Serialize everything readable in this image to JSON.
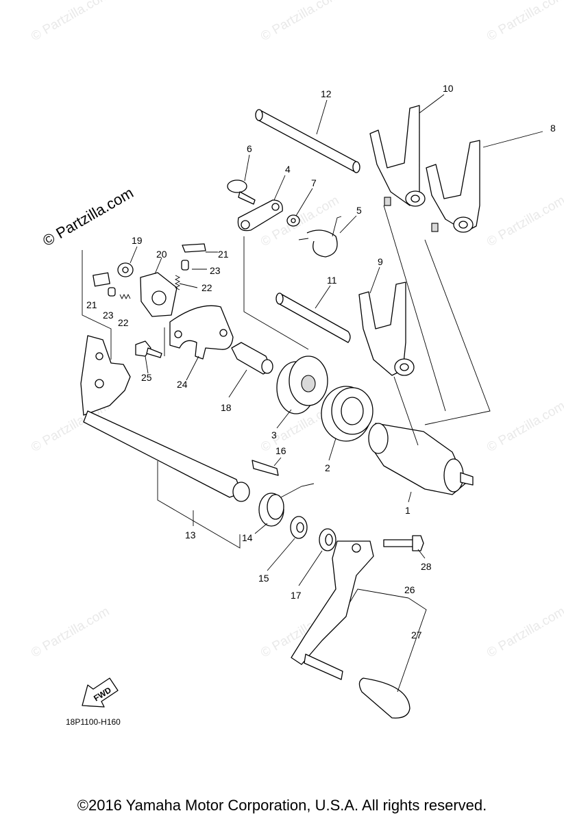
{
  "watermark": {
    "text": "© Partzilla.com"
  },
  "brand_watermark": {
    "text": "© Partzilla.com"
  },
  "diagram_code": "18P1100-H160",
  "fwd_label": "FWD",
  "copyright": "©2016  Yamaha Motor Corporation, U.S.A. All rights reserved.",
  "callouts": {
    "c1": "1",
    "c2": "2",
    "c3": "3",
    "c4": "4",
    "c5": "5",
    "c6": "6",
    "c7": "7",
    "c8": "8",
    "c9": "9",
    "c10": "10",
    "c11": "11",
    "c12": "12",
    "c13": "13",
    "c14": "14",
    "c15": "15",
    "c16": "16",
    "c17": "17",
    "c18": "18",
    "c19": "19",
    "c20": "20",
    "c21a": "21",
    "c21b": "21",
    "c22a": "22",
    "c22b": "22",
    "c23a": "23",
    "c23b": "23",
    "c24": "24",
    "c25": "25",
    "c26": "26",
    "c27": "27",
    "c28": "28"
  }
}
